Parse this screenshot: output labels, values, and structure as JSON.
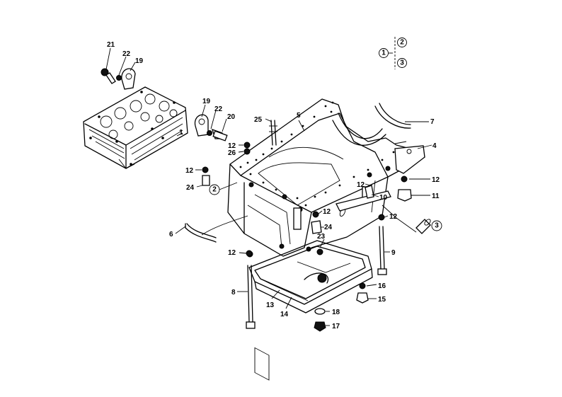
{
  "legend": {
    "main": "1",
    "sub_a": "2",
    "sub_b": "3"
  },
  "callouts": {
    "c2": "2",
    "c3": "3"
  },
  "labels": {
    "l21": "21",
    "l22a": "22",
    "l19a": "19",
    "l19b": "19",
    "l22b": "22",
    "l20": "20",
    "l1": "1",
    "l25": "25",
    "l5": "5",
    "l7": "7",
    "l4": "4",
    "l12a": "12",
    "l26": "26",
    "l12b": "12",
    "l24a": "24",
    "l12c": "12",
    "l12d": "12",
    "l10": "10",
    "l11": "11",
    "l12e": "12",
    "l12f": "12",
    "l24b": "24",
    "l23": "23",
    "l6": "6",
    "l12g": "12",
    "l9": "9",
    "l8": "8",
    "l13": "13",
    "l14": "14",
    "l16": "16",
    "l15": "15",
    "l18": "18",
    "l17": "17"
  }
}
